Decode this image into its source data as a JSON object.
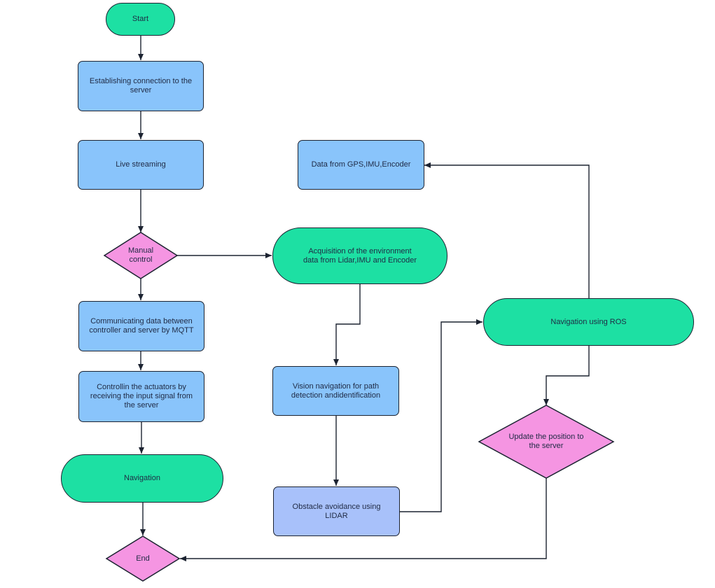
{
  "colors": {
    "terminal_fill": "#1de0a3",
    "process_fill": "#89c4fb",
    "process_alt_fill": "#a8c1fa",
    "decision_fill": "#f595e2",
    "stroke": "#1c2331"
  },
  "nodes": {
    "start": "Start",
    "connect": "Establishing connection to the server",
    "stream": "Live streaming",
    "manual": "Manual control",
    "mqtt": "Communicating data between controller and server by MQTT",
    "actuators": "Controllin the actuators by receiving the input signal from the server",
    "navigation": "Navigation",
    "end": "End",
    "acquisition": "Acquisition of the environment data from Lidar,IMU and Encoder",
    "vision": "Vision navigation for path detection andidentification",
    "obstacle": "Obstacle avoidance using LIDAR",
    "gps": "Data from GPS,IMU,Encoder",
    "ros": "Navigation using ROS",
    "update": "Update the position to the server"
  }
}
